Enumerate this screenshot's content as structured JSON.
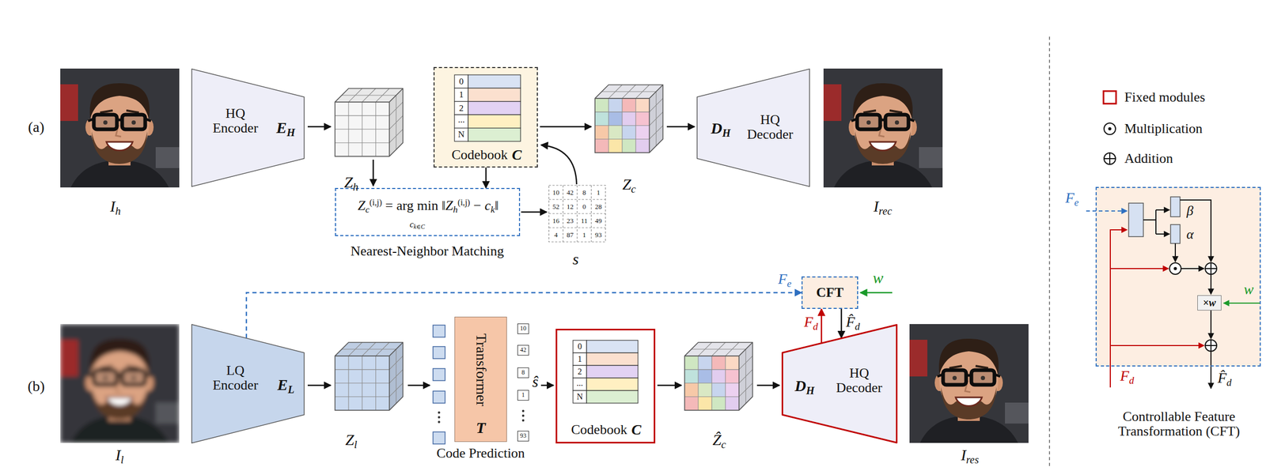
{
  "diagram": {
    "nodes": [
      {
        "text": [
          "HQ Encoder",
          "EH"
        ]
      },
      {
        "text": [
          "Codebook",
          "C"
        ]
      },
      {
        "text": [
          "Zc(i,j) = arg min ‖Zh(i,j) − ck‖",
          "ck∈C"
        ]
      },
      {
        "text": [
          "DH",
          "HQ Decoder"
        ]
      },
      {
        "text": [
          "CFT"
        ]
      },
      {
        "text": [
          "LQ Encoder",
          "EL"
        ]
      },
      {
        "text": [
          "Transformer",
          "T"
        ]
      },
      {
        "text": [
          "10"
        ]
      },
      {
        "text": [
          "42"
        ]
      },
      {
        "text": [
          "8"
        ]
      },
      {
        "text": [
          "1"
        ]
      },
      {
        "text": [
          "93"
        ]
      },
      {
        "text": [
          "Codebook",
          "C"
        ]
      },
      {
        "text": [
          "DH",
          "HQ Decoder"
        ]
      },
      {
        "text": [
          "Controllable Feature Transformation (CFT)"
        ]
      },
      {
        "text": [
          "×w"
        ],
        "in": 14
      }
    ],
    "edges": [
      {
        "from": 1,
        "to": 2,
        "arrow": "to"
      },
      {
        "from": 5,
        "to": 4,
        "label": "Fe",
        "arrow": "to"
      },
      {
        "from": 13,
        "to": 4,
        "label": "Fd",
        "arrow": "to"
      },
      {
        "from": 4,
        "to": 13,
        "label": "F̂d",
        "arrow": "to"
      }
    ],
    "labels": [
      "(a)",
      "Ih",
      "Zh",
      "0",
      "1",
      "2",
      "...",
      "N",
      "Nearest-Neighbor Matching",
      "10",
      "42",
      "8",
      "1",
      "52",
      "12",
      "0",
      "28",
      "16",
      "23",
      "11",
      "49",
      "4",
      "87",
      "1",
      "93",
      "s",
      "Zc",
      "Irec",
      "(b)",
      "Il",
      "Zl",
      "Code Prediction",
      "ŝ",
      "0",
      "1",
      "2",
      "...",
      "N",
      "Ẑc",
      "Ires",
      "w",
      "Fe",
      "β",
      "α",
      "w",
      "Fd",
      "F̂d"
    ],
    "legend": [
      {
        "text": "Fixed modules"
      },
      {
        "text": "Multiplication"
      },
      {
        "text": "Addition"
      }
    ]
  }
}
